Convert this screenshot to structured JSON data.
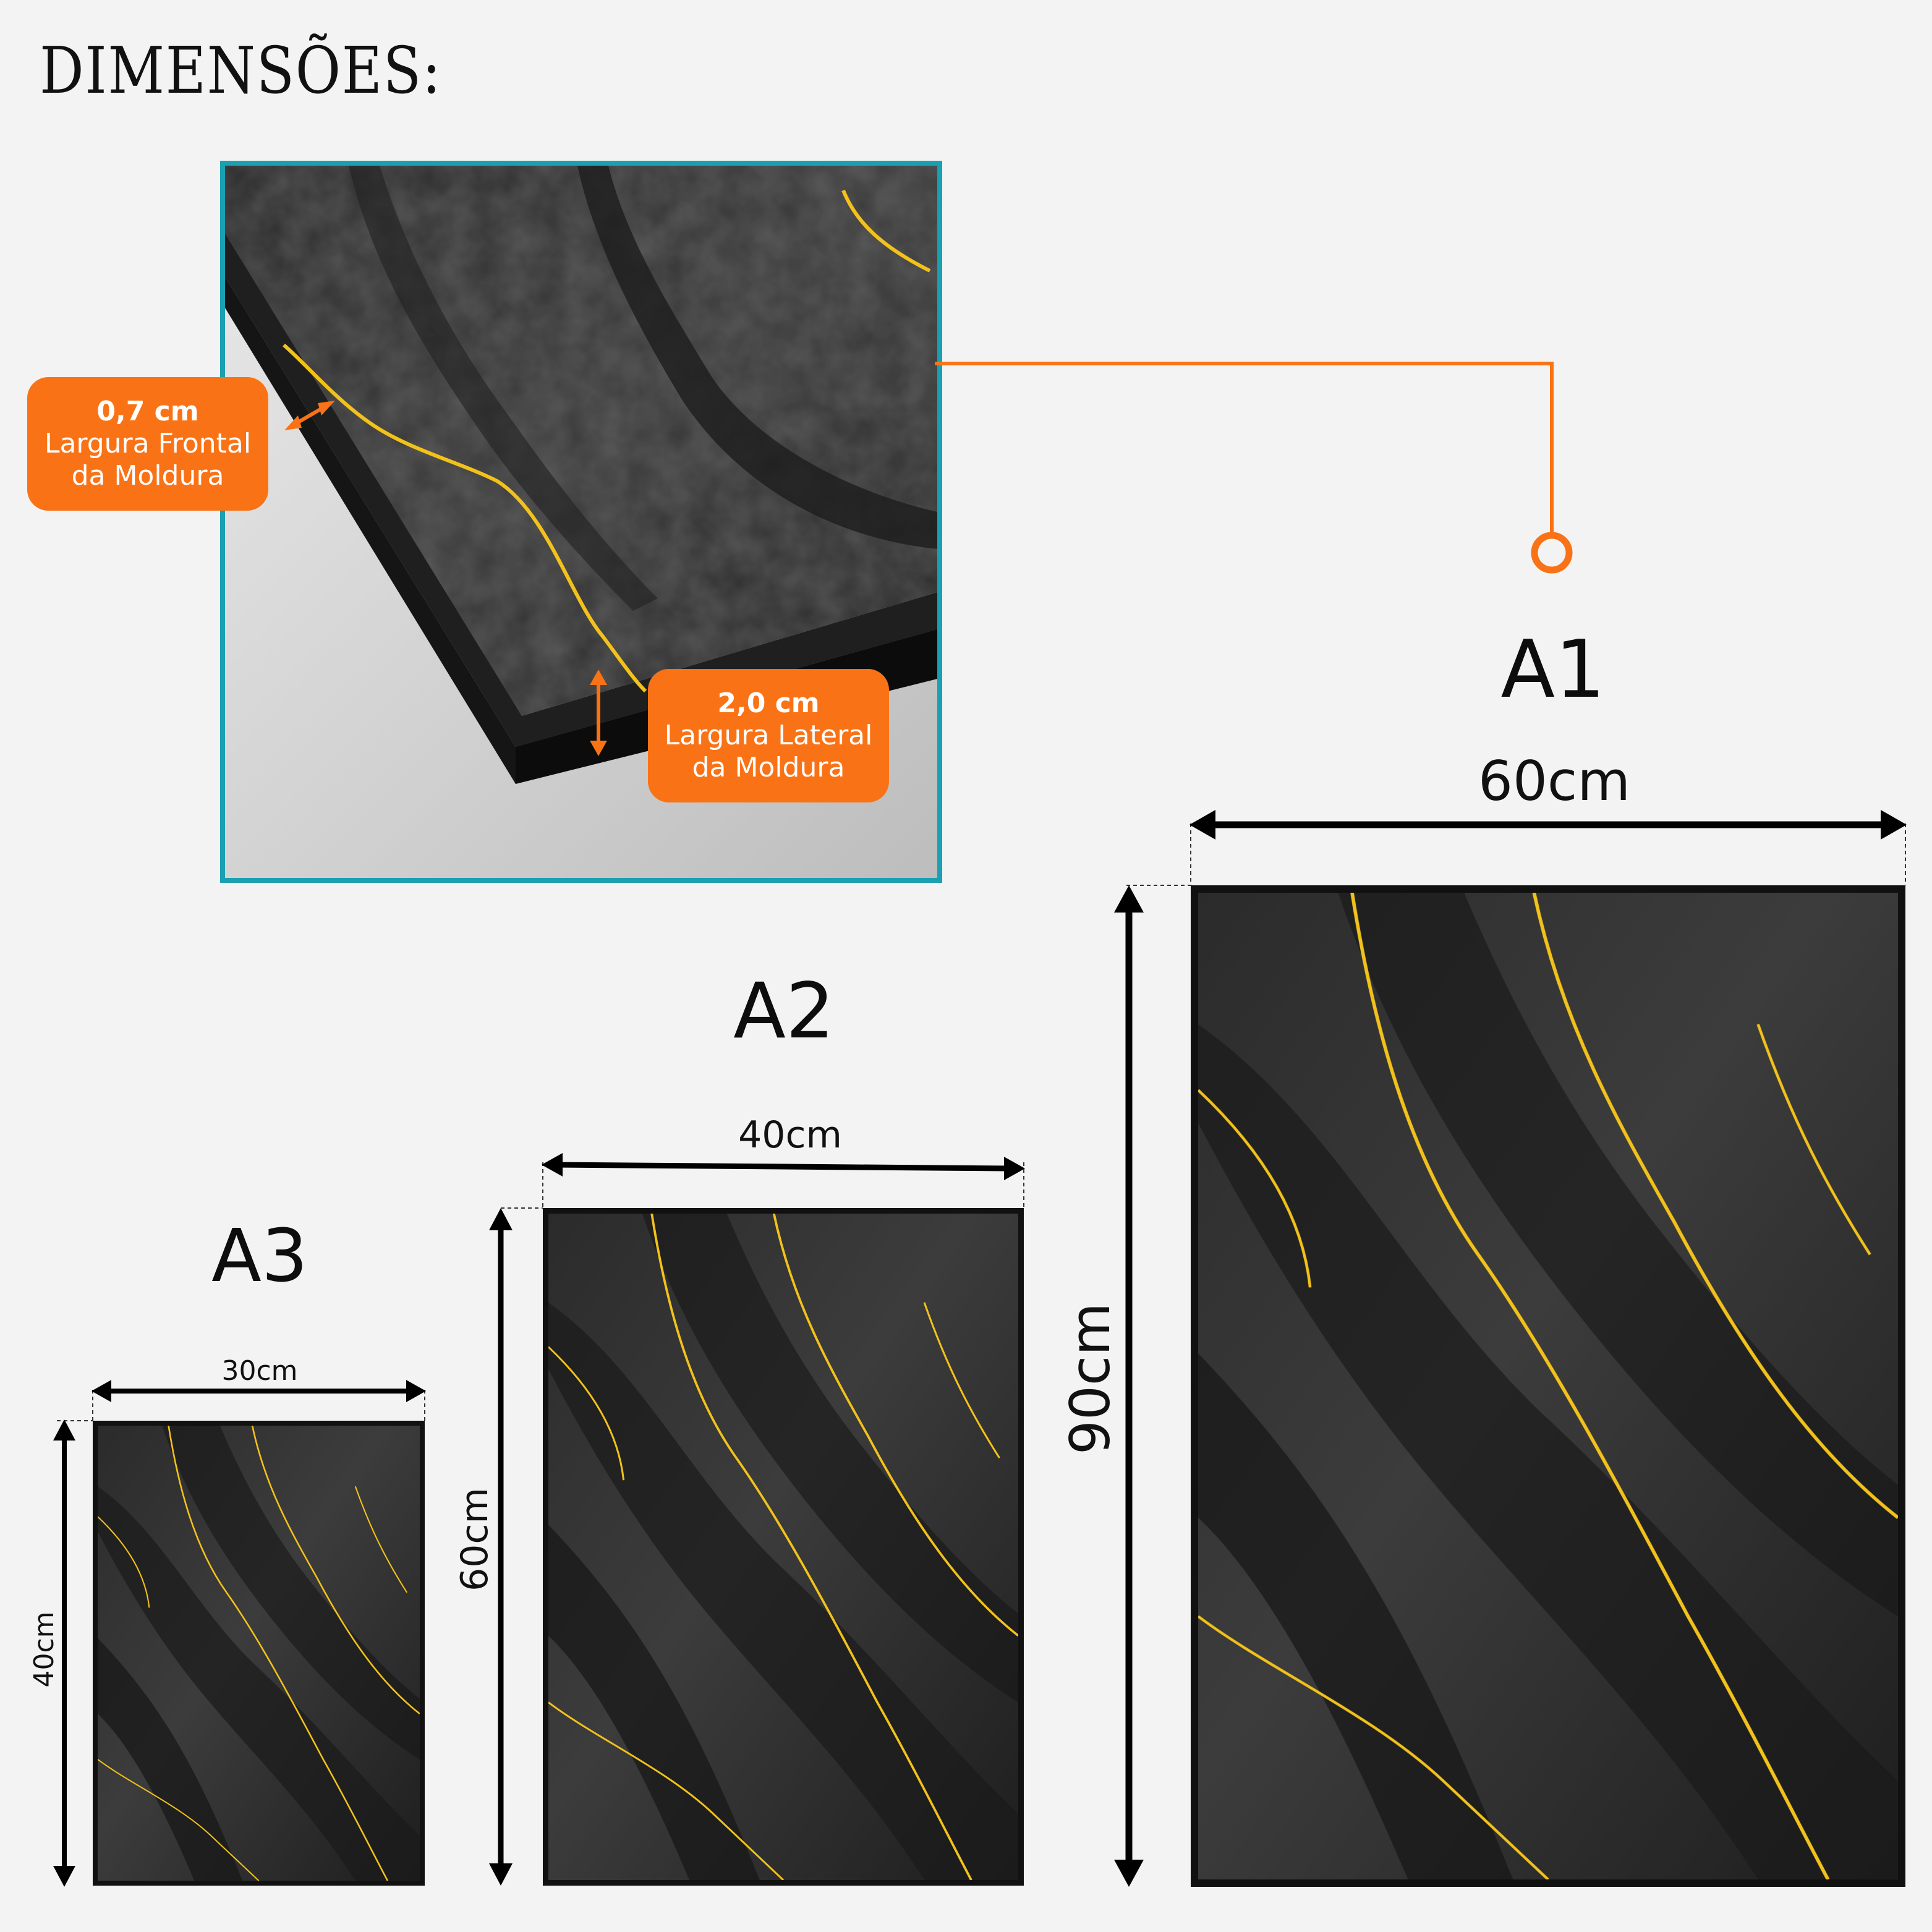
{
  "title": "DIMENSÕES:",
  "detail": {
    "front_width": {
      "value": "0,7 cm",
      "label_line1": "Largura Frontal",
      "label_line2": "da Moldura"
    },
    "side_width": {
      "value": "2,0 cm",
      "label_line1": "Largura Lateral",
      "label_line2": "da Moldura"
    }
  },
  "sizes": [
    {
      "name": "A3",
      "width": "30cm",
      "height": "40cm"
    },
    {
      "name": "A2",
      "width": "40cm",
      "height": "60cm"
    },
    {
      "name": "A1",
      "width": "60cm",
      "height": "90cm"
    }
  ],
  "colors": {
    "accent_orange": "#f97316",
    "detail_border": "#1aa0b0",
    "gold_vein": "#f2c21b",
    "background": "#f3f3f3"
  }
}
